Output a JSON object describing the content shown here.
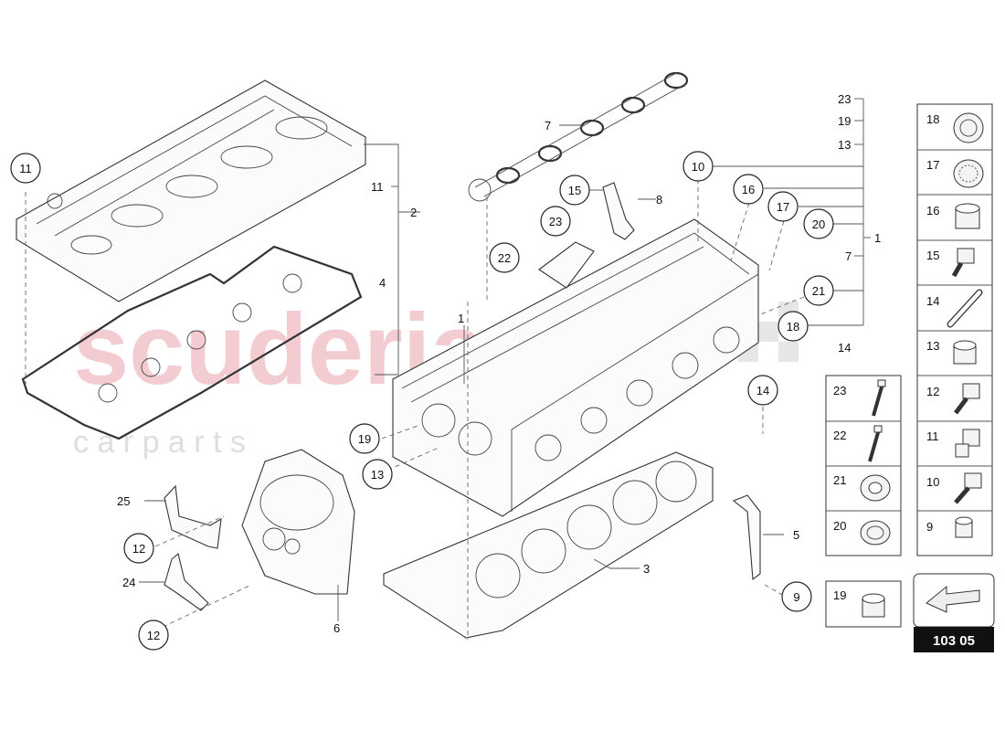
{
  "watermark": {
    "brand": "scuderia",
    "sub": "c a r   p a r t s"
  },
  "page_code": "103 05",
  "callouts": [
    {
      "id": "c11a",
      "label": "11"
    },
    {
      "id": "c10",
      "label": "10"
    },
    {
      "id": "c16",
      "label": "16"
    },
    {
      "id": "c17",
      "label": "17"
    },
    {
      "id": "c20",
      "label": "20"
    },
    {
      "id": "c15",
      "label": "15"
    },
    {
      "id": "c23",
      "label": "23"
    },
    {
      "id": "c22",
      "label": "22"
    },
    {
      "id": "c21",
      "label": "21"
    },
    {
      "id": "c18",
      "label": "18"
    },
    {
      "id": "c14",
      "label": "14"
    },
    {
      "id": "c19",
      "label": "19"
    },
    {
      "id": "c13",
      "label": "13"
    },
    {
      "id": "c12a",
      "label": "12"
    },
    {
      "id": "c12b",
      "label": "12"
    },
    {
      "id": "c9",
      "label": "9"
    }
  ],
  "numbers": [
    {
      "id": "n7a",
      "label": "7"
    },
    {
      "id": "n8",
      "label": "8"
    },
    {
      "id": "n11",
      "label": "11"
    },
    {
      "id": "n2",
      "label": "2"
    },
    {
      "id": "n4",
      "label": "4"
    },
    {
      "id": "n1a",
      "label": "1"
    },
    {
      "id": "n23",
      "label": "23"
    },
    {
      "id": "n19",
      "label": "19"
    },
    {
      "id": "n13",
      "label": "13"
    },
    {
      "id": "n1b",
      "label": "1"
    },
    {
      "id": "n7b",
      "label": "7"
    },
    {
      "id": "n14",
      "label": "14"
    },
    {
      "id": "n25",
      "label": "25"
    },
    {
      "id": "n24",
      "label": "24"
    },
    {
      "id": "n6",
      "label": "6"
    },
    {
      "id": "n3",
      "label": "3"
    },
    {
      "id": "n5",
      "label": "5"
    }
  ],
  "legend_right": [
    "18",
    "17",
    "16",
    "15",
    "14",
    "13",
    "12",
    "11",
    "10",
    "9"
  ],
  "legend_left": [
    "23",
    "22",
    "21",
    "20"
  ],
  "legend_single": "19"
}
